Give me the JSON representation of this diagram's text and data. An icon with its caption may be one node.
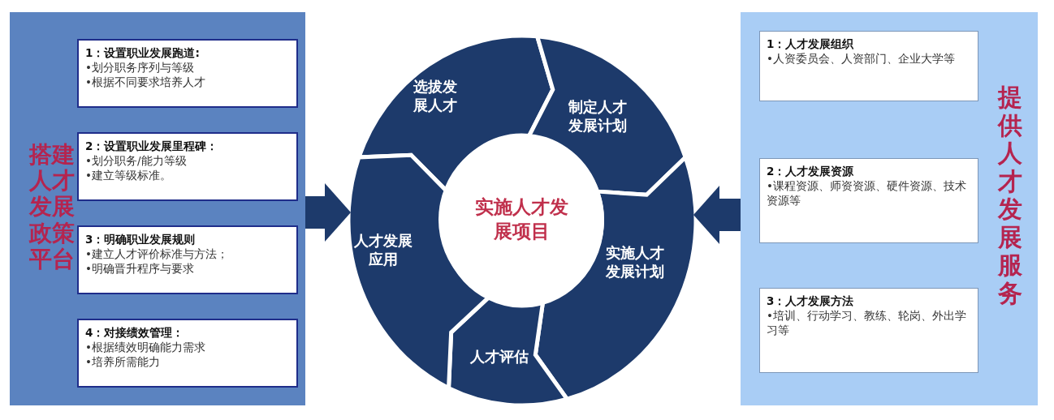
{
  "diagram": {
    "nodes": [
      {
        "text": [
          "搭建人才发展政策平台"
        ]
      },
      {
        "text": [
          "1：设置职业发展跑道:",
          "•划分职务序列与等级",
          "•根据不同要求培养人才"
        ],
        "in": 0
      },
      {
        "text": [
          "2：设置职业发展里程碑：",
          "•划分职务/能力等级",
          "•建立等级标准。"
        ],
        "in": 0
      },
      {
        "text": [
          "3：明确职业发展规则",
          "•建立人才评价标准与方法；",
          "•明确晋升程序与要求"
        ],
        "in": 0
      },
      {
        "text": [
          "4：对接绩效管理：",
          "•根据绩效明确能力需求",
          "•培养所需能力"
        ],
        "in": 0
      },
      {
        "text": [
          "实施人才发展项目"
        ]
      },
      {
        "text": [
          "选拔发展人才"
        ]
      },
      {
        "text": [
          "制定人才发展计划"
        ]
      },
      {
        "text": [
          "实施人才发展计划"
        ]
      },
      {
        "text": [
          "人才评估"
        ]
      },
      {
        "text": [
          "人才发展应用"
        ]
      },
      {
        "text": [
          "提供人才发展服务"
        ]
      },
      {
        "text": [
          "1：人才发展组织",
          "•人资委员会、人资部门、企业大学等"
        ],
        "in": 11
      },
      {
        "text": [
          "2：人才发展资源",
          "•课程资源、师资资源、硬件资源、技术资源等"
        ],
        "in": 11
      },
      {
        "text": [
          "3：人才发展方法",
          "•培训、行动学习、教练、轮岗、外出学习等"
        ],
        "in": 11
      }
    ],
    "edges": [
      {
        "from": 0,
        "to": 10,
        "arrow": "to"
      },
      {
        "from": 11,
        "to": 8,
        "arrow": "to"
      }
    ]
  }
}
